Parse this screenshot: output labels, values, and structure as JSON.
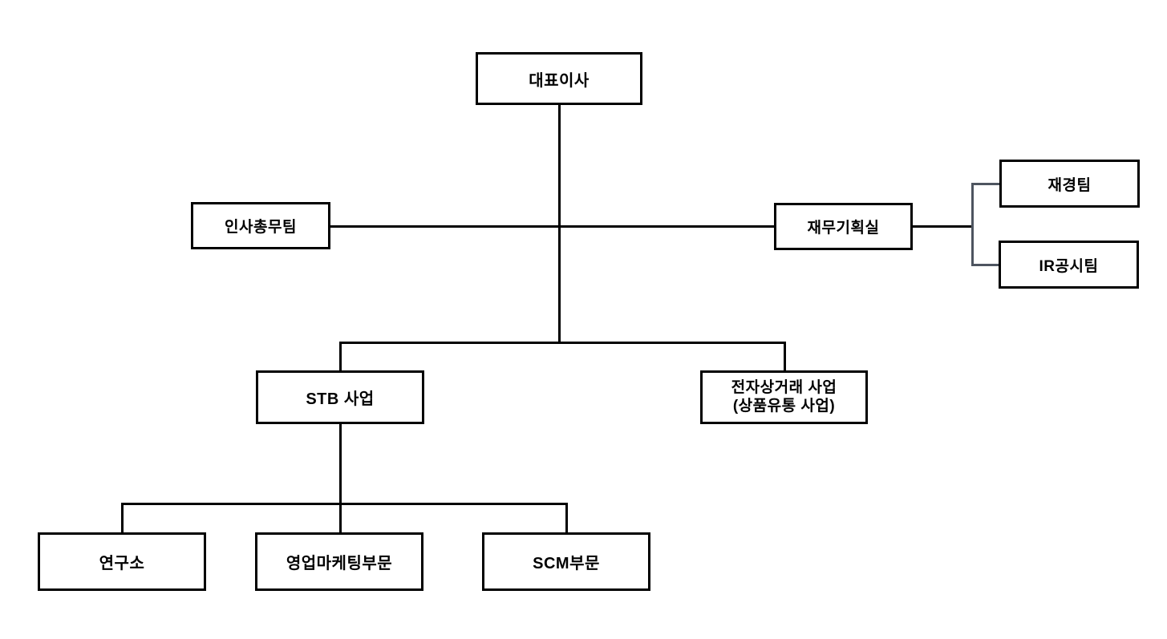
{
  "diagram": {
    "type": "org-chart",
    "colors": {
      "background": "#ffffff",
      "box_border": "#000000",
      "text": "#000000",
      "connector": "#000000",
      "bracket": "#4e5560"
    },
    "nodes": {
      "ceo": {
        "label": "대표이사"
      },
      "hr": {
        "label": "인사총무팀"
      },
      "finance_planning": {
        "label": "재무기획실"
      },
      "finance_team": {
        "label": "재경팀"
      },
      "ir_team": {
        "label": "IR공시팀"
      },
      "stb": {
        "label": "STB 사업"
      },
      "ecommerce": {
        "label_line1": "전자상거래 사업",
        "label_line2": "(상품유통 사업)"
      },
      "research": {
        "label": "연구소"
      },
      "sales_marketing": {
        "label": "영업마케팅부문"
      },
      "scm": {
        "label": "SCM부문"
      }
    },
    "edges": [
      {
        "from": "ceo",
        "to": "hr"
      },
      {
        "from": "ceo",
        "to": "finance_planning"
      },
      {
        "from": "finance_planning",
        "to": "finance_team"
      },
      {
        "from": "finance_planning",
        "to": "ir_team"
      },
      {
        "from": "ceo",
        "to": "stb"
      },
      {
        "from": "ceo",
        "to": "ecommerce"
      },
      {
        "from": "stb",
        "to": "research"
      },
      {
        "from": "stb",
        "to": "sales_marketing"
      },
      {
        "from": "stb",
        "to": "scm"
      }
    ]
  }
}
